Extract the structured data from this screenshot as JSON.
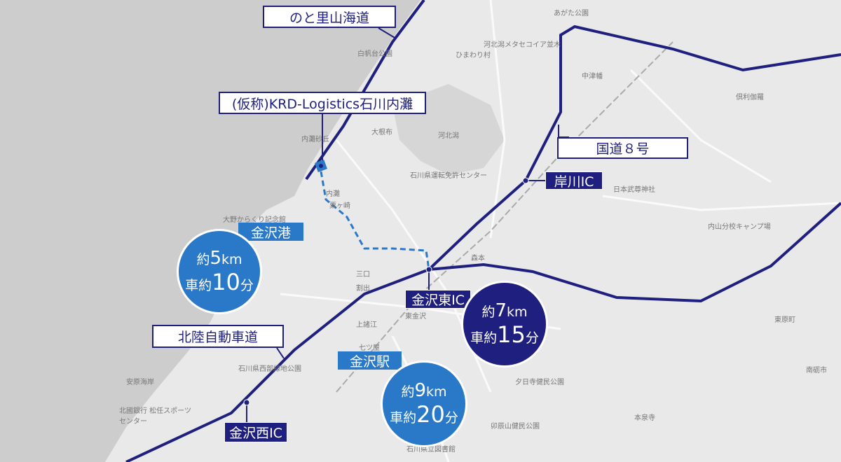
{
  "callouts": {
    "noto_road": "のと里山海道",
    "property": "(仮称)KRD-Logistics石川内灘",
    "route8": "国道８号",
    "kishikawa_ic": "岸川IC",
    "kanazawa_port": "金沢港",
    "kanazawa_east_ic": "金沢東IC",
    "hokuriku_expressway": "北陸自動車道",
    "kanazawa_station": "金沢駅",
    "kanazawa_west_ic": "金沢西IC"
  },
  "distances": [
    {
      "prefix": "約",
      "km": "5",
      "unit": "km",
      "car": "車約",
      "min": "10",
      "min_unit": "分"
    },
    {
      "prefix": "約",
      "km": "7",
      "unit": "km",
      "car": "車約",
      "min": "15",
      "min_unit": "分"
    },
    {
      "prefix": "約",
      "km": "9",
      "unit": "km",
      "car": "車約",
      "min": "20",
      "min_unit": "分"
    }
  ],
  "places": [
    "内灘砂丘",
    "大根布",
    "河北潟",
    "石川県運転免許センター",
    "内灘",
    "粟ヶ崎",
    "大野からくり記念館",
    "三口",
    "割出",
    "東金沢",
    "上諸江",
    "七ツ屋",
    "石川県西部緑地公園",
    "安原海岸",
    "北國銀行 松任スポーツセンター",
    "日本武尊神社",
    "内山分校キャンプ場",
    "倶利伽羅",
    "中津幡",
    "森本",
    "夕日寺健民公園",
    "卯辰山健民公園",
    "石川県立図書館",
    "本泉寺",
    "東原町",
    "南砺市",
    "あがた公園",
    "ひまわり村",
    "白帆台公園",
    "河北潟メタセコイア並木"
  ],
  "colors": {
    "navy": "#1e1f7e",
    "blue": "#2a78c8",
    "sea": "#cdcdcd",
    "land": "#e9e9e9"
  }
}
